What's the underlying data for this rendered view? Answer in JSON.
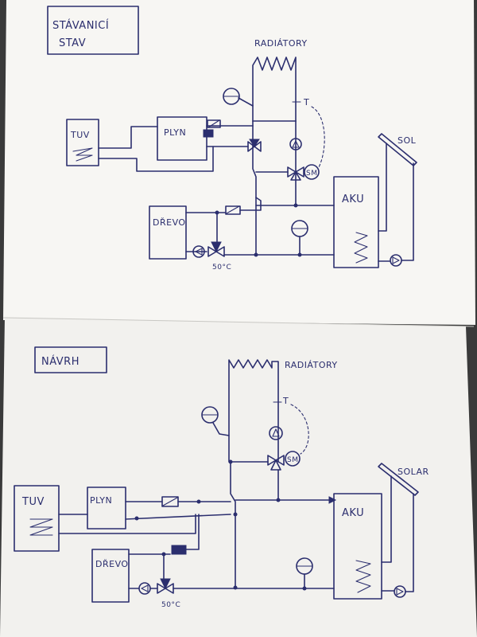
{
  "sheet_top": {
    "title_line1": "STÁVANICÍ",
    "title_line2": "STAV",
    "label_radiatory": "RADIÁTORY",
    "label_tuv": "TUV",
    "label_plyn": "PLYN",
    "label_drevo": "DŘEVO",
    "label_aku": "AKU",
    "label_sol": "SOL",
    "label_t": "T",
    "label_sm": "SM",
    "label_temp": "50°C"
  },
  "sheet_bottom": {
    "title": "NÁVRH",
    "label_radiatory": "RADIÁTORY",
    "label_tuv": "TUV",
    "label_plyn": "PLYN",
    "label_drevo": "DŘEVO",
    "label_aku": "AKU",
    "label_solar": "SOLAR",
    "label_t": "T",
    "label_sm": "SM",
    "label_temp": "50°C"
  },
  "colors": {
    "ink": "#2b2e6e",
    "paper": "#f6f5f2",
    "background": "#3a3a3a"
  }
}
